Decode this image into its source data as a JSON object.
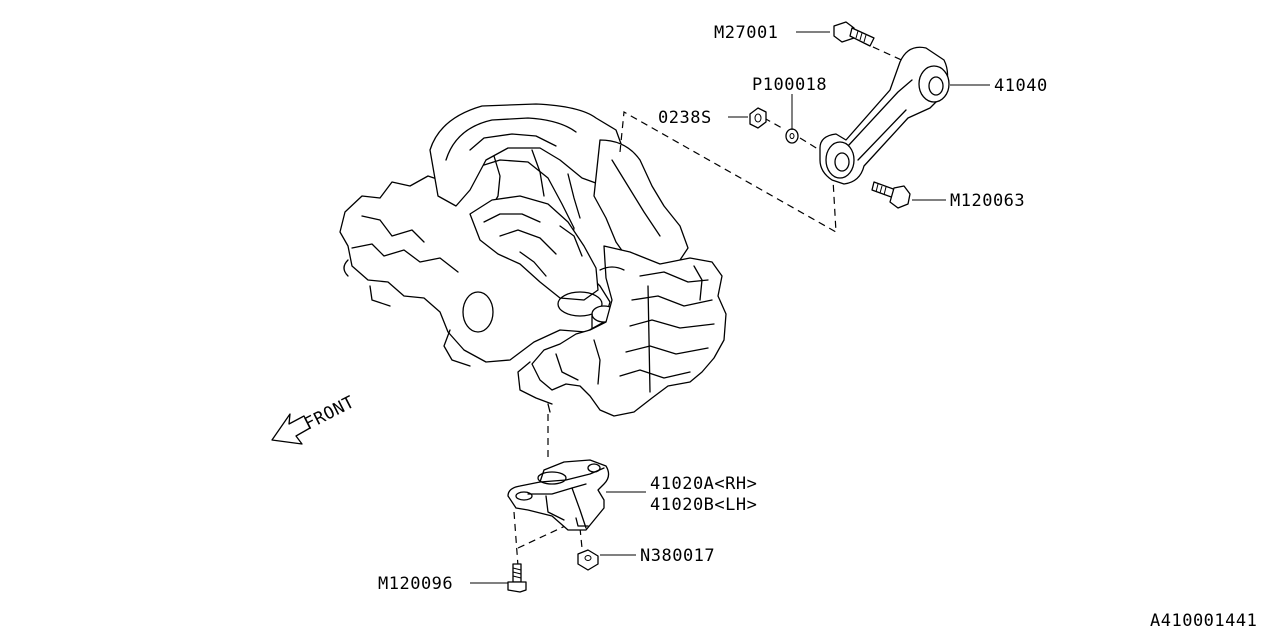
{
  "diagram": {
    "parts": [
      {
        "id": "m27001",
        "label": "M27001"
      },
      {
        "id": "p100018",
        "label": "P100018"
      },
      {
        "id": "p0238s",
        "label": "0238S"
      },
      {
        "id": "p41040",
        "label": "41040"
      },
      {
        "id": "m120063",
        "label": "M120063"
      },
      {
        "id": "p41020a",
        "label": "41020A<RH>"
      },
      {
        "id": "p41020b",
        "label": "41020B<LH>"
      },
      {
        "id": "n380017",
        "label": "N380017"
      },
      {
        "id": "m120096",
        "label": "M120096"
      }
    ],
    "front_label": "FRONT",
    "figure_id": "A410001441"
  }
}
